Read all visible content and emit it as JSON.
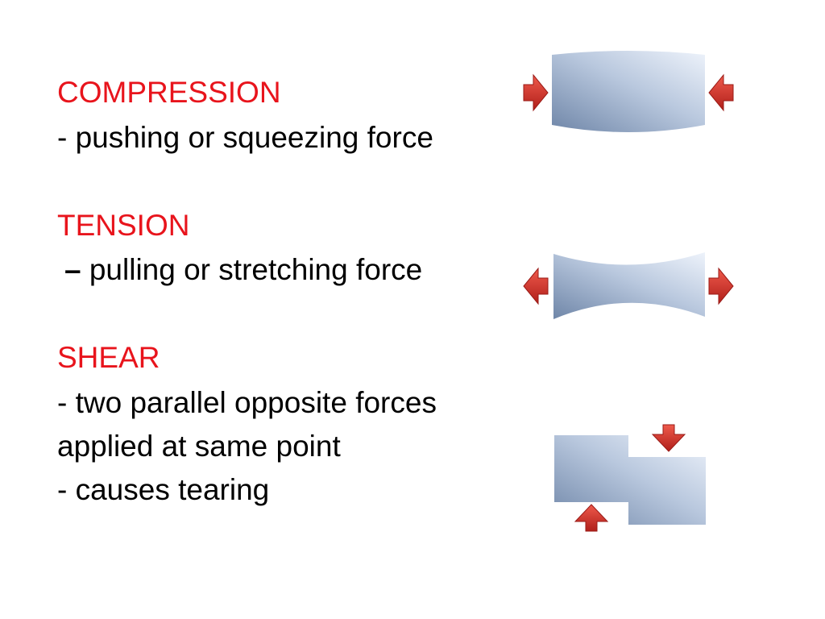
{
  "sections": [
    {
      "heading": "COMPRESSION",
      "lines": [
        "- pushing or squeezing force"
      ]
    },
    {
      "heading": "TENSION",
      "dash": "–",
      "lines": [
        " pulling or stretching force"
      ]
    },
    {
      "heading": "SHEAR",
      "lines": [
        "- two parallel opposite forces",
        "applied at same point",
        "- causes tearing"
      ]
    }
  ],
  "colors": {
    "heading": "#e8141c",
    "text": "#000000",
    "arrow": "#d9312b",
    "block_dark": "#6f86a8",
    "block_light": "#eef3fb"
  },
  "icons": {
    "compression": "compression-block-with-inward-arrows",
    "tension": "tension-block-with-outward-arrows",
    "shear": "shear-block-with-opposing-vertical-arrows"
  }
}
